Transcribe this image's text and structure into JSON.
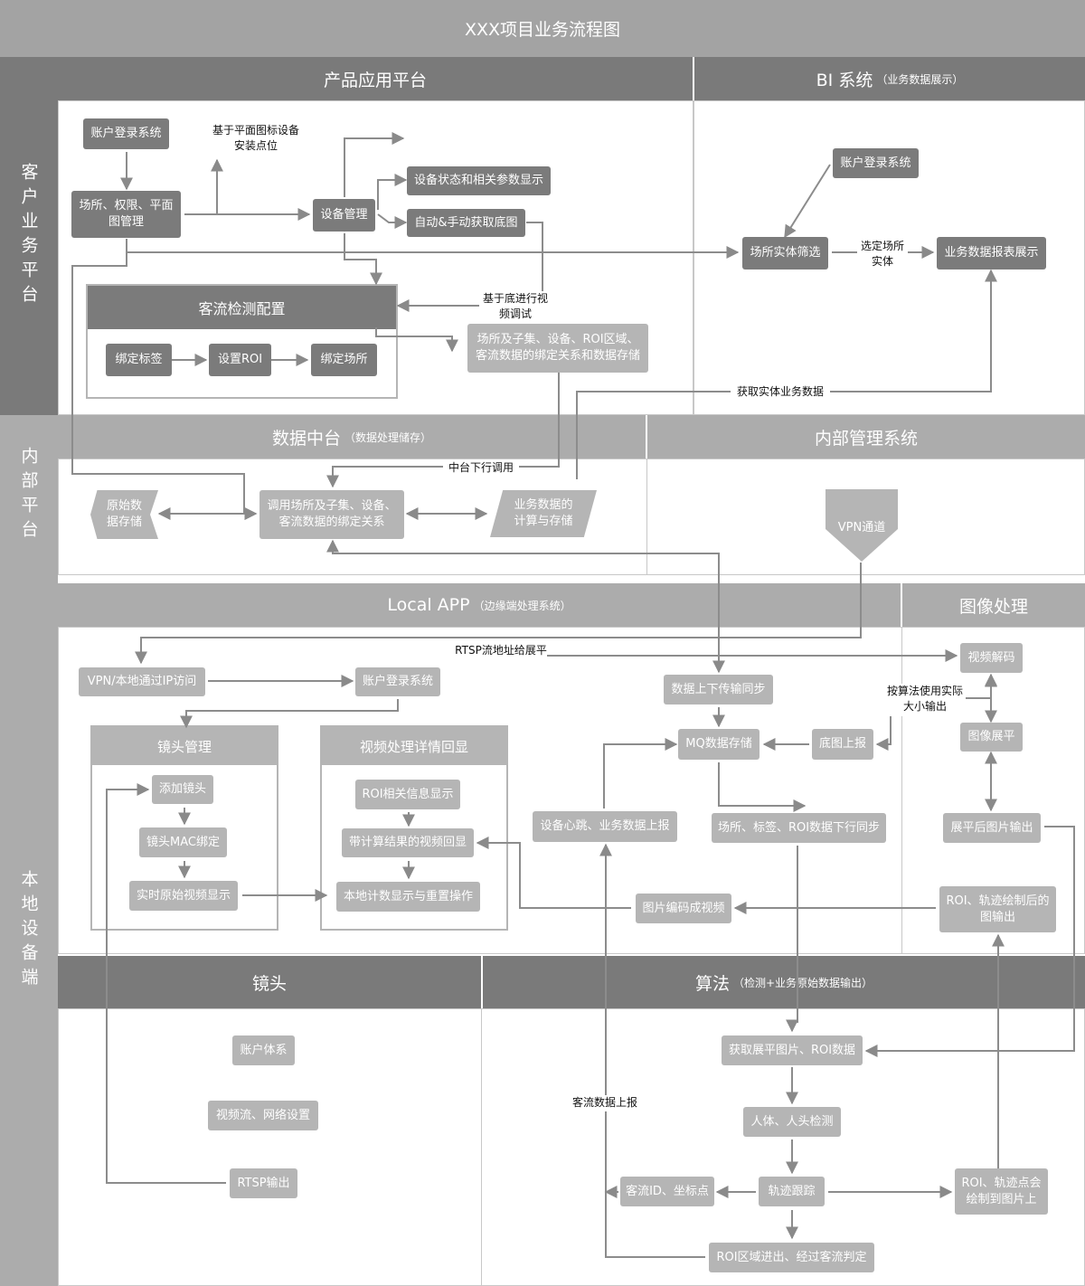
{
  "title": "XXX项目业务流程图",
  "side_labels": {
    "customer": "客户业务平台",
    "internal": "内部平台",
    "local": "本地设备端"
  },
  "sections": {
    "product": "产品应用平台",
    "bi": "BI 系统",
    "bi_sub": "（业务数据展示）",
    "data_center": "数据中台",
    "data_center_sub": "（数据处理储存）",
    "internal_mgmt": "内部管理系统",
    "local_app": "Local APP",
    "local_app_sub": "（边缘端处理系统）",
    "image_proc": "图像处理",
    "camera": "镜头",
    "algorithm": "算法",
    "algorithm_sub": "（检测+业务原始数据输出）"
  },
  "product": {
    "login": "账户登录系统",
    "site_mgmt": "场所、权限、平面图管理",
    "note_install": "基于平面图标设备安装点位",
    "device_mgmt": "设备管理",
    "device_status": "设备状态和相关参数显示",
    "get_base_img": "自动&手动获取底图",
    "flow_config": "客流检测配置",
    "bind_tag": "绑定标签",
    "set_roi": "设置ROI",
    "bind_site": "绑定场所",
    "note_video_debug": "基于底进行视频调试",
    "storage_binding": "场所及子集、设备、ROI区域、客流数据的绑定关系和数据存储"
  },
  "bi": {
    "login": "账户登录系统",
    "site_filter": "场所实体筛选",
    "note_select": "选定场所实体",
    "report": "业务数据报表展示",
    "note_get_data": "获取实体业务数据"
  },
  "data_center": {
    "raw_storage": "原始数据存储",
    "call_binding": "调用场所及子集、设备、客流数据的绑定关系",
    "compute": "业务数据的计算与存储",
    "note_call": "中台下行调用"
  },
  "internal_mgmt": {
    "vpn": "VPN通道"
  },
  "local_app": {
    "vpn_access": "VPN/本地通过IP访问",
    "note_rtsp": "RTSP流地址给展平",
    "login": "账户登录系统",
    "cam_mgmt": "镜头管理",
    "add_cam": "添加镜头",
    "mac_bind": "镜头MAC绑定",
    "live_video": "实时原始视频显示",
    "video_detail": "视频处理详情回显",
    "roi_info": "ROI相关信息显示",
    "video_playback": "带计算结果的视频回显",
    "local_count": "本地计数显示与重置操作",
    "sync": "数据上下传输同步",
    "mq": "MQ数据存储",
    "base_upload": "底图上报",
    "heartbeat": "设备心跳、业务数据上报",
    "down_sync": "场所、标签、ROI数据下行同步",
    "encode_video": "图片编码成视频"
  },
  "image_proc": {
    "decode": "视频解码",
    "note_output": "按算法使用实际大小输出",
    "flatten": "图像展平",
    "flat_output": "展平后图片输出",
    "roi_draw_output": "ROI、轨迹绘制后的图输出"
  },
  "camera": {
    "account": "账户体系",
    "stream_net": "视频流、网络设置",
    "rtsp": "RTSP输出"
  },
  "algorithm": {
    "get_flat": "获取展平图片、ROI数据",
    "detect": "人体、人头检测",
    "track": "轨迹跟踪",
    "id_coord": "客流ID、坐标点",
    "roi_draw": "ROI、轨迹点会绘制到图片上",
    "roi_judge": "ROI区域进出、经过客流判定",
    "note_report": "客流数据上报"
  }
}
